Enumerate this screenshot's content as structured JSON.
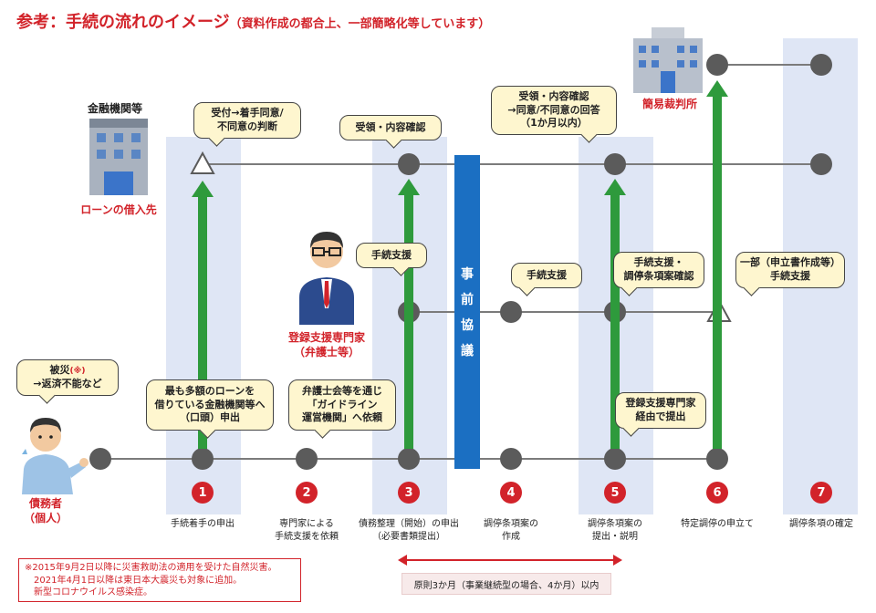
{
  "title": {
    "main": "参考：手続の流れのイメージ",
    "sub": "（資料作成の都合上、一部簡略化等しています）"
  },
  "actors": {
    "bank_heading": "金融機関等",
    "bank_label": "ローンの借入先",
    "court_label": "簡易裁判所",
    "expert_label": "登録支援専門家\n（弁護士等）",
    "debtor_label": "債務者\n（個人）"
  },
  "center_bar": [
    "事",
    "前",
    "協",
    "議"
  ],
  "bubbles": {
    "disaster": "被災",
    "disaster_mark": "(※)",
    "disaster_2": "→返済不能など",
    "bank_accept": "受付→着手同意/\n不同意の判断",
    "confirm": "受領・内容確認",
    "confirm_answer": "受領・内容確認\n→同意/不同意の回答\n（1か月以内）",
    "support_3": "手続支援",
    "support_4": "手続支援",
    "support_5": "手続支援・\n調停条項案確認",
    "support_6": "一部（申立書作成等）\n手続支援",
    "apply_1": "最も多額のローンを\n借りている金融機関等へ\n（口頭）申出",
    "apply_2": "弁護士会等を通じ\n「ガイドライン\n運営機関」へ依頼",
    "submit_5": "登録支援専門家\n経由で提出"
  },
  "steps": [
    {
      "num": "1",
      "label": "手続着手の申出"
    },
    {
      "num": "2",
      "label": "専門家による\n手続支援を依頼"
    },
    {
      "num": "3",
      "label": "債務整理（開始）の申出\n（必要書類提出）"
    },
    {
      "num": "4",
      "label": "調停条項案の\n作成"
    },
    {
      "num": "5",
      "label": "調停条項案の\n提出・説明"
    },
    {
      "num": "6",
      "label": "特定調停の申立て"
    },
    {
      "num": "7",
      "label": "調停条項の確定"
    }
  ],
  "note": "※2015年9月2日以降に災害救助法の適用を受けた自然災害。\n　2021年4月1日以降は東日本大震災も対象に追加。\n　新型コロナウイルス感染症。",
  "period": "原則3か月（事業継続型の場合、4か月）以内",
  "icons": {
    "bank": "bank-building-icon",
    "court": "court-building-icon",
    "expert": "lawyer-person-icon",
    "debtor": "debtor-person-icon"
  },
  "colors": {
    "accent_red": "#d2232a",
    "arrow_green": "#2e9a3c",
    "bar_blue": "#1b6fc2",
    "band_blue": "#dfe6f5",
    "bubble_fill": "#fef6cf"
  }
}
